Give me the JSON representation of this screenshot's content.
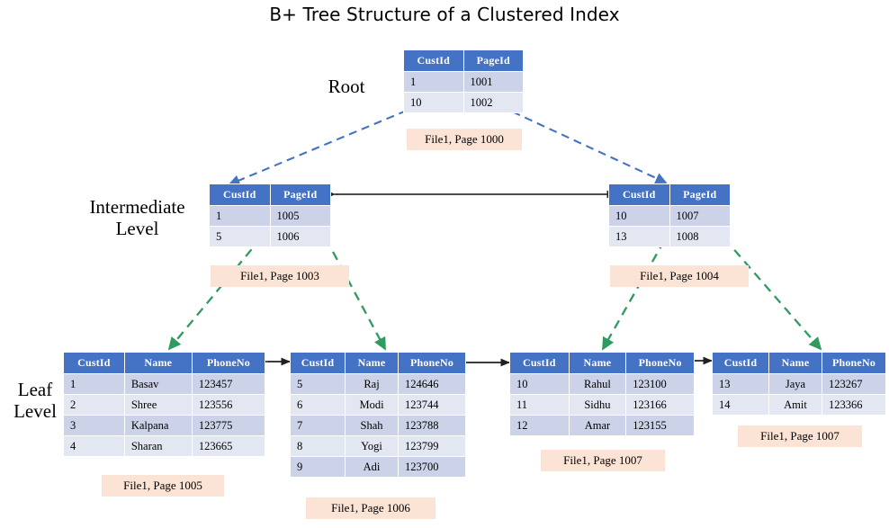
{
  "title": "B+ Tree Structure of a Clustered Index",
  "levels": {
    "root": "Root",
    "intermediate": "Intermediate\nLevel",
    "leaf": "Leaf\nLevel"
  },
  "colors": {
    "header_blue": "#4472C4",
    "row_dark": "#ccd3e8",
    "row_light": "#e3e7f2",
    "badge_peach": "#fbe3d5",
    "arrow_blue": "#4472C4",
    "arrow_green": "#2E9B60",
    "arrow_black": "#202020"
  },
  "root_node": {
    "columns": [
      "CustId",
      "PageId"
    ],
    "rows": [
      [
        "1",
        "1001"
      ],
      [
        "10",
        "1002"
      ]
    ],
    "badge": "File1, Page 1000"
  },
  "intermediate_nodes": [
    {
      "columns": [
        "CustId",
        "PageId"
      ],
      "rows": [
        [
          "1",
          "1005"
        ],
        [
          "5",
          "1006"
        ]
      ],
      "badge": "File1, Page 1003"
    },
    {
      "columns": [
        "CustId",
        "PageId"
      ],
      "rows": [
        [
          "10",
          "1007"
        ],
        [
          "13",
          "1008"
        ]
      ],
      "badge": "File1, Page 1004"
    }
  ],
  "leaf_nodes": [
    {
      "columns": [
        "CustId",
        "Name",
        "PhoneNo"
      ],
      "rows": [
        [
          "1",
          "Basav",
          "123457"
        ],
        [
          "2",
          "Shree",
          "123556"
        ],
        [
          "3",
          "Kalpana",
          "123775"
        ],
        [
          "4",
          "Sharan",
          "123665"
        ]
      ],
      "badge": "File1, Page 1005"
    },
    {
      "columns": [
        "CustId",
        "Name",
        "PhoneNo"
      ],
      "rows": [
        [
          "5",
          "Raj",
          "124646"
        ],
        [
          "6",
          "Modi",
          "123744"
        ],
        [
          "7",
          "Shah",
          "123788"
        ],
        [
          "8",
          "Yogi",
          "123799"
        ],
        [
          "9",
          "Adi",
          "123700"
        ]
      ],
      "badge": "File1, Page 1006"
    },
    {
      "columns": [
        "CustId",
        "Name",
        "PhoneNo"
      ],
      "rows": [
        [
          "10",
          "Rahul",
          "123100"
        ],
        [
          "11",
          "Sidhu",
          "123166"
        ],
        [
          "12",
          "Amar",
          "123155"
        ]
      ],
      "badge": "File1, Page 1007"
    },
    {
      "columns": [
        "CustId",
        "Name",
        "PhoneNo"
      ],
      "rows": [
        [
          "13",
          "Jaya",
          "123267"
        ],
        [
          "14",
          "Amit",
          "123366"
        ]
      ],
      "badge": "File1, Page 1007"
    }
  ]
}
